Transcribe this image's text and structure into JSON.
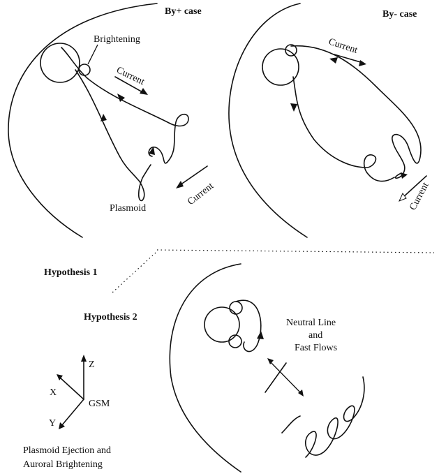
{
  "panels": {
    "by_plus": {
      "title": "By+ case",
      "brightening": "Brightening",
      "current_top": "Current",
      "current_bottom": "Current",
      "plasmoid": "Plasmoid"
    },
    "by_minus": {
      "title": "By- case",
      "current_top": "Current",
      "current_bottom": "Current"
    },
    "hypothesis2": {
      "neutral_line_1": "Neutral Line",
      "neutral_line_2": "and",
      "neutral_line_3": "Fast Flows"
    }
  },
  "labels": {
    "hypothesis1": "Hypothesis 1",
    "hypothesis2": "Hypothesis 2",
    "axis_z": "Z",
    "axis_x": "X",
    "axis_y": "Y",
    "gsm": "GSM",
    "caption_line1": "Plasmoid Ejection and",
    "caption_line2": "Auroral Brightening"
  }
}
